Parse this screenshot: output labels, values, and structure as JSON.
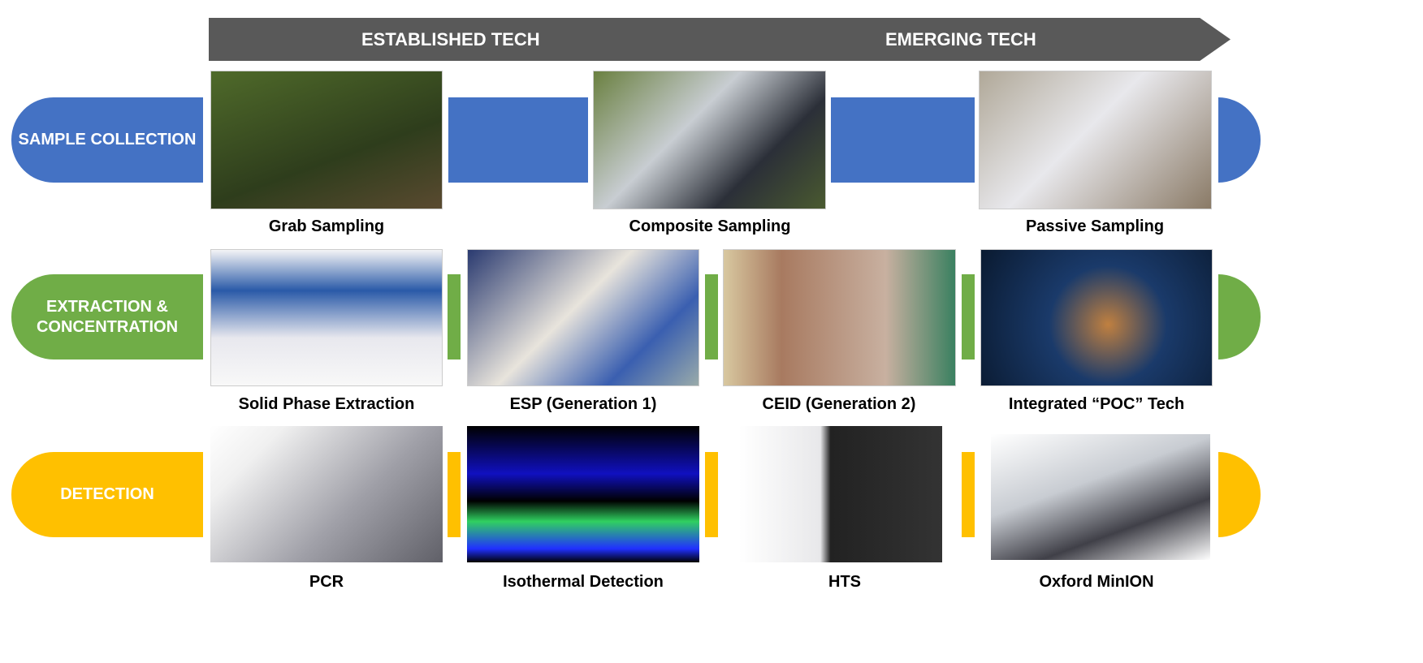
{
  "header": {
    "established": "ESTABLISHED TECH",
    "emerging": "EMERGING TECH"
  },
  "colors": {
    "arrow": "#595959",
    "collection": "#4472C4",
    "extraction": "#70AD47",
    "detection": "#FFC000"
  },
  "rows": [
    {
      "label": "SAMPLE COLLECTION",
      "items": [
        "Grab Sampling",
        "Composite Sampling",
        "Passive Sampling"
      ]
    },
    {
      "label": "EXTRACTION & CONCENTRATION",
      "items": [
        "Solid Phase Extraction",
        "ESP (Generation 1)",
        "CEID (Generation 2)",
        "Integrated “POC” Tech"
      ]
    },
    {
      "label": "DETECTION",
      "items": [
        "PCR",
        "Isothermal Detection",
        "HTS",
        "Oxford MinION"
      ]
    }
  ]
}
